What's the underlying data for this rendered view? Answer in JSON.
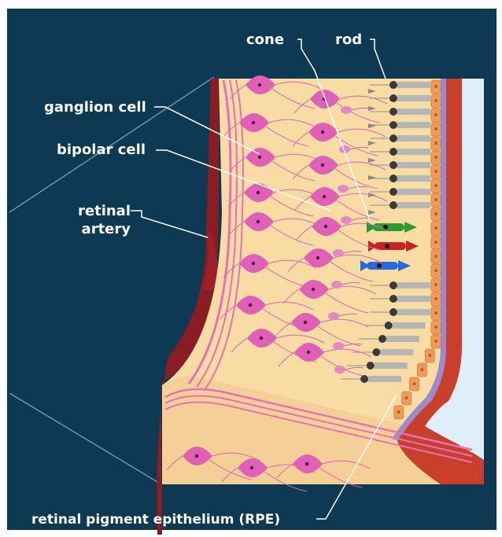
{
  "labels": {
    "cone": "cone",
    "rod": "rod",
    "ganglion_cell": "ganglion cell",
    "bipolar_cell": "bipolar cell",
    "retinal_line1": "retinal",
    "retinal_line2": "artery",
    "rpe": "retinal pigment epithelium (RPE)"
  },
  "colors": {
    "background": "#0d3a52",
    "retina_fill": "#f8dca4",
    "ganglion": "#e060b8",
    "rod_gray": "#b6b6b6",
    "rod_nucleus": "#3a3a3a",
    "rpe_orange": "#f09a5a",
    "choroid_red": "#c8402c",
    "artery_dark": "#8a1c24",
    "sclera_light": "#dfeef8",
    "membrane_purple": "#9a8ad0",
    "cone_green": "#2d9b2d",
    "cone_red": "#c42424",
    "cone_blue": "#2a6ad8"
  },
  "icons": [
    "ganglion-cell-icon",
    "bipolar-cell-icon",
    "rod-cell-icon",
    "cone-cell-icon"
  ]
}
